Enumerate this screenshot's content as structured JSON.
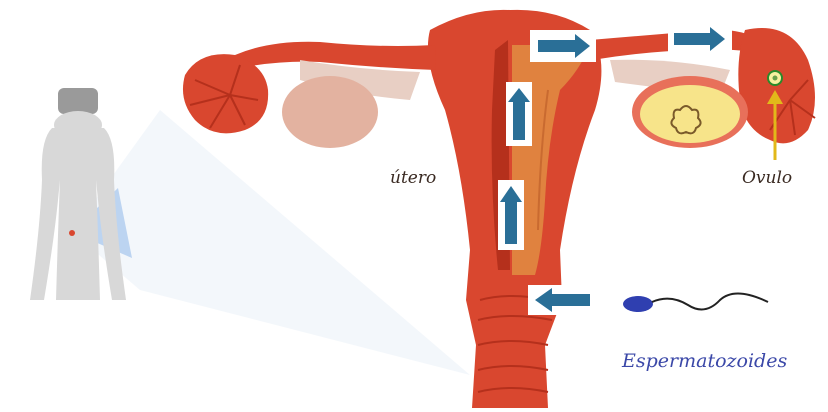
{
  "labels": {
    "uterus": "útero",
    "ovum": "Ovulo",
    "sperm": "Espermatozoides"
  },
  "colors": {
    "tissue": "#d9472f",
    "tissue_dark": "#b5301c",
    "tissue_light": "#e8705a",
    "canal": "#e0823f",
    "ovary": "#e3b2a0",
    "ovary_cross": "#f7e48a",
    "arrow_blue": "#2a6f97",
    "arrow_yellow": "#e2b81a",
    "sperm_head": "#2f3fb0",
    "silhouette": "#d8d8d8",
    "zoom_cone": "#a9c8ee"
  },
  "icons": {
    "flow_arrow": "right-arrow-icon",
    "up_arrow": "up-arrow-icon",
    "left_arrow": "left-arrow-icon",
    "pointer": "up-arrow-icon"
  }
}
